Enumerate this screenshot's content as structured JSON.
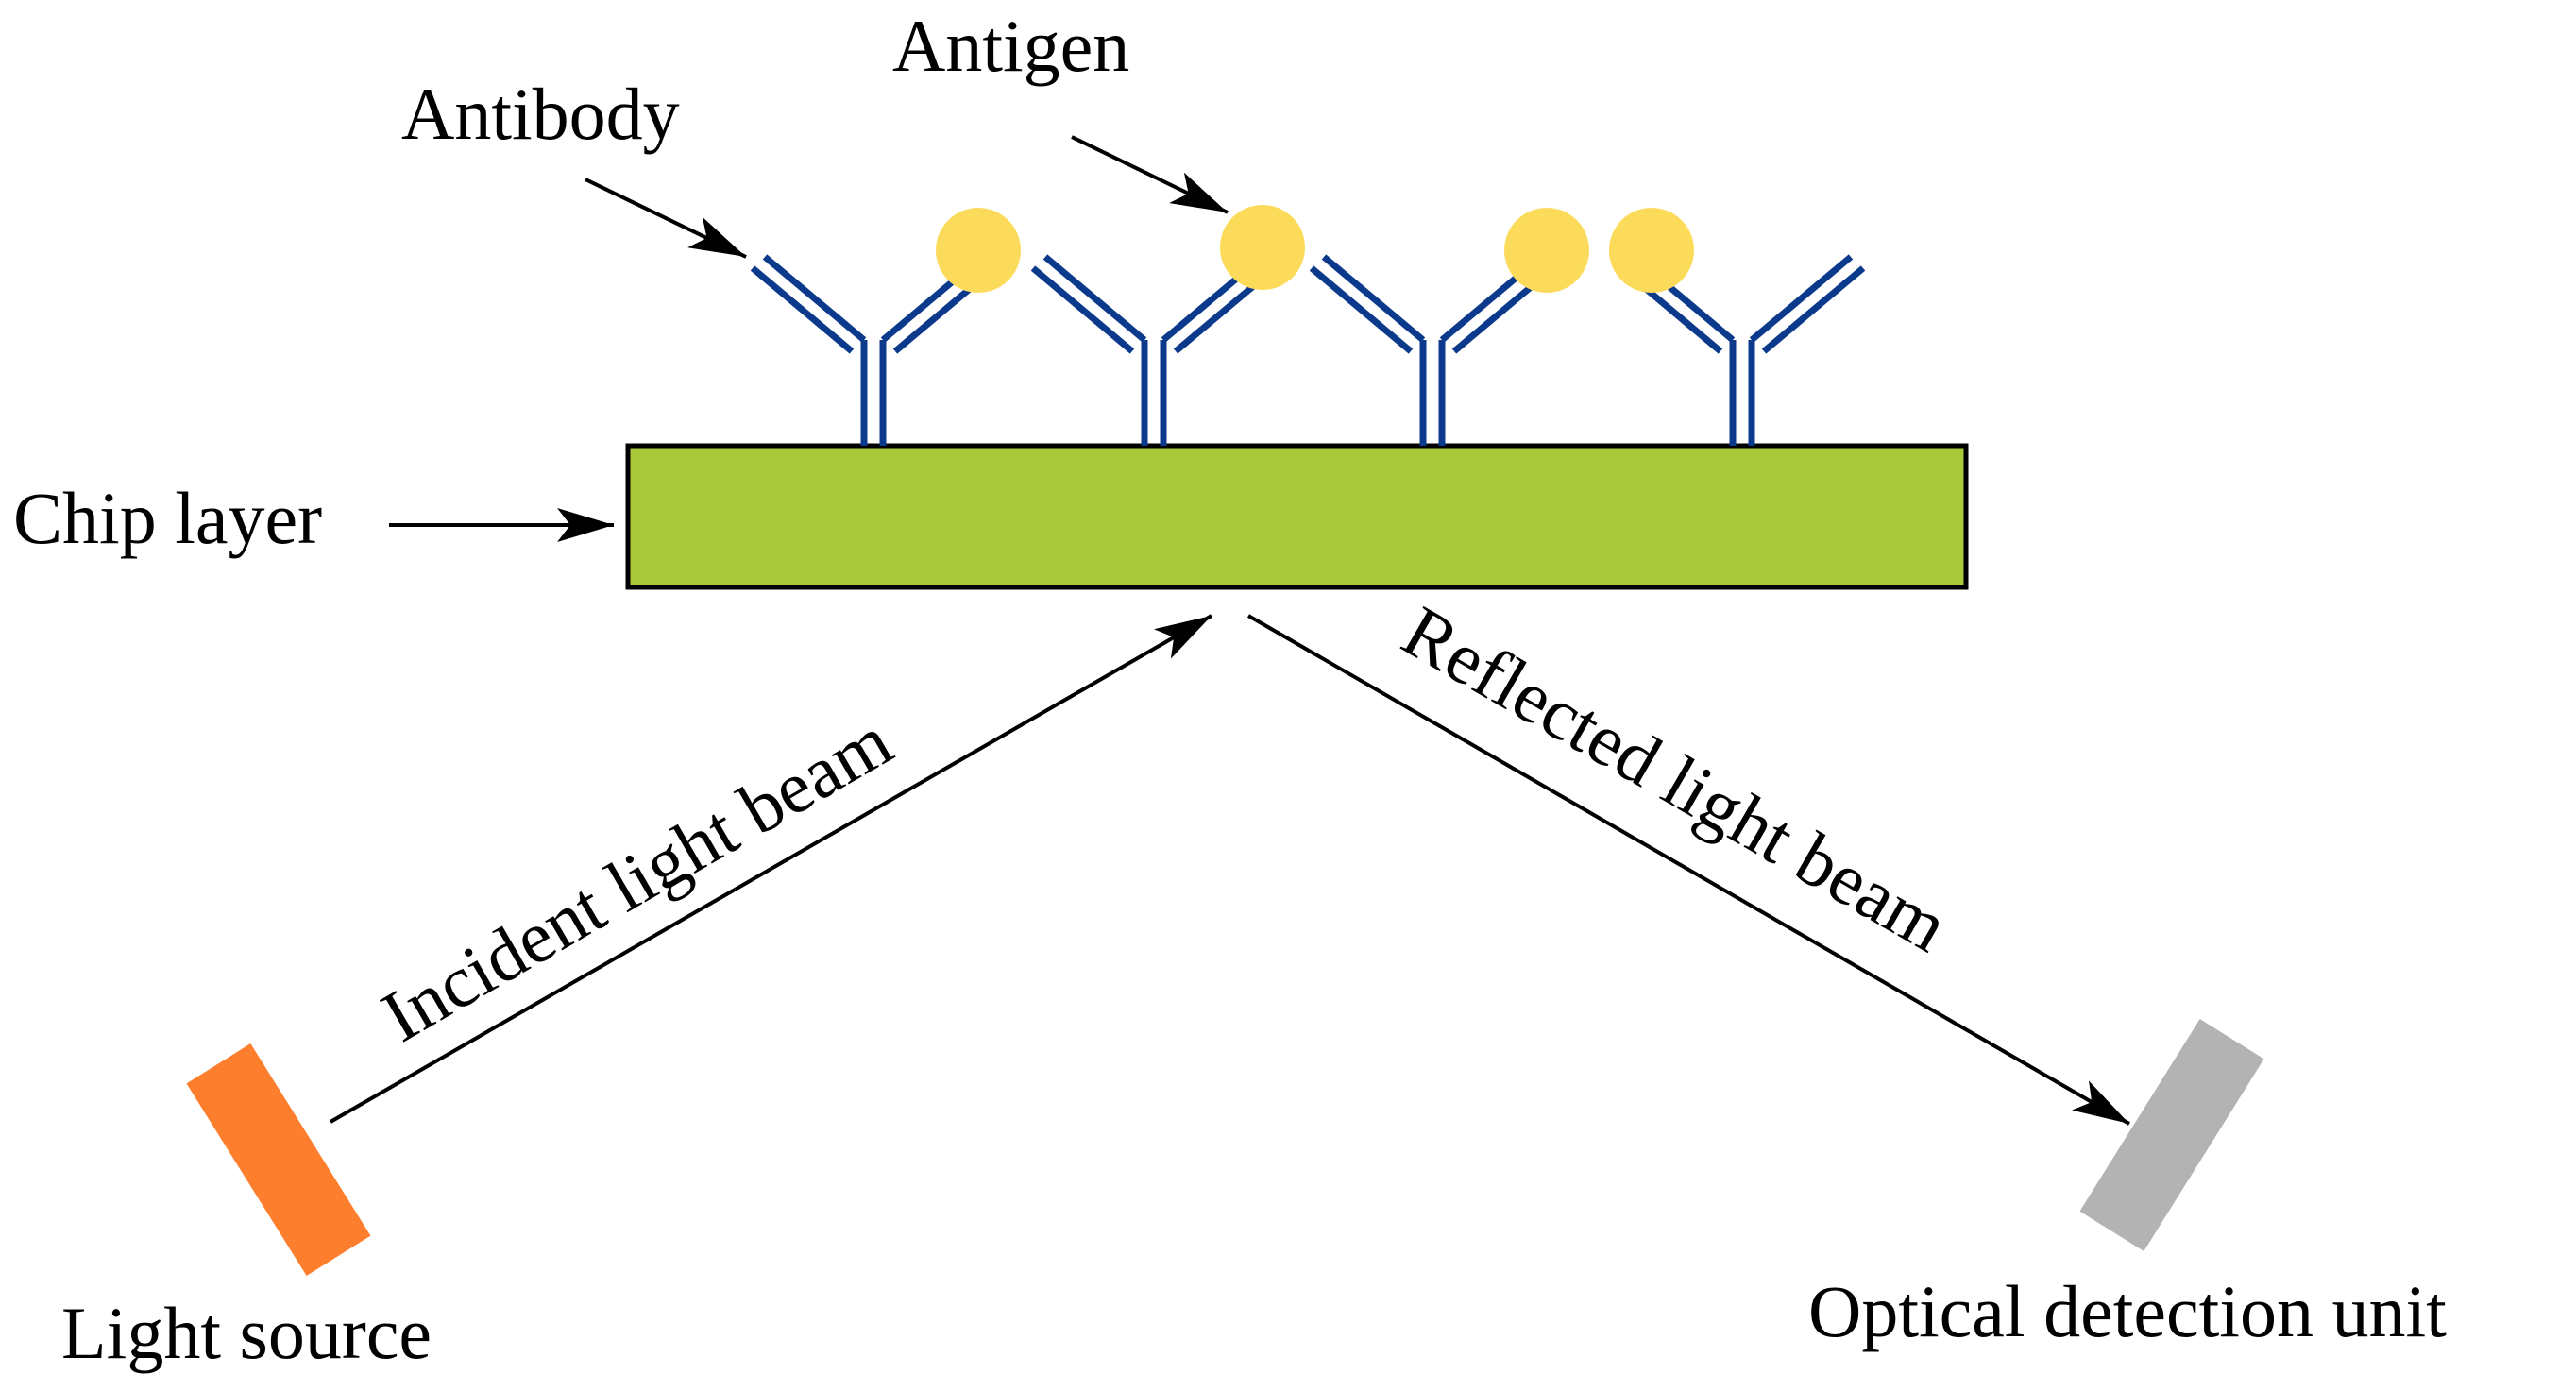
{
  "labels": {
    "antigen": "Antigen",
    "antibody": "Antibody",
    "chip_layer": "Chip layer",
    "incident": "Incident light beam",
    "reflected": "Reflected light beam",
    "light_source": "Light source",
    "detector": "Optical detection unit"
  },
  "colors": {
    "chip": "#a9c93a",
    "antibody": "#0b3a8c",
    "antigen": "#fddb5a",
    "light_source": "#fd7f2d",
    "detector": "#b3b3b3",
    "arrow": "#000000"
  },
  "icons": {
    "antibody": "y-shaped-antibody-icon",
    "antigen": "circle-antigen-icon",
    "light_source": "orange-rectangle",
    "detector": "gray-rectangle"
  }
}
